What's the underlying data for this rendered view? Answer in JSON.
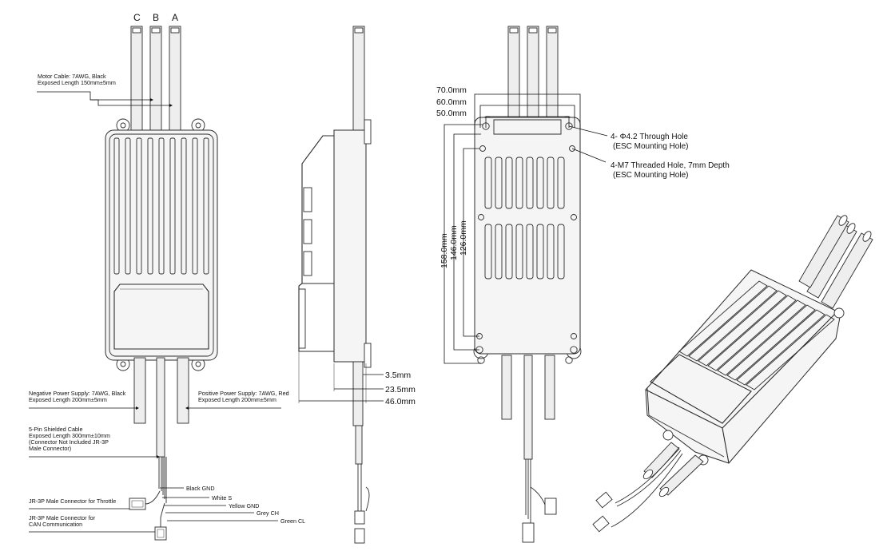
{
  "phase_labels": [
    "C",
    "B",
    "A"
  ],
  "motor_cable": {
    "line1": "Motor Cable: 7AWG, Black",
    "line2": "Exposed Length 150mm±5mm"
  },
  "negative_power": {
    "line1": "Negative Power Supply: 7AWG, Black",
    "line2": "Exposed Length 200mm±5mm"
  },
  "positive_power": {
    "line1": "Positive Power Supply: 7AWG, Red",
    "line2": "Exposed Length 200mm±5mm"
  },
  "signal_cable": {
    "line1": "5-Pin Shielded Cable",
    "line2": "Exposed Length 300mm±10mm",
    "line3": "(Connector Not Included JR-3P",
    "line4": "Male Connector)"
  },
  "throttle_connector": "JR-3P Male Connector for Throttle",
  "can_connector": {
    "line1": "JR-3P Male Connector for",
    "line2": "CAN Communication"
  },
  "wires": {
    "black": "Black GND",
    "white": "White S",
    "yellow": "Yellow GND",
    "grey": "Grey CH",
    "green": "Green CL"
  },
  "side_dims": {
    "d1": "3.5mm",
    "d2": "23.5mm",
    "d3": "46.0mm"
  },
  "width_dims": {
    "w1": "70.0mm",
    "w2": "60.0mm",
    "w3": "50.0mm"
  },
  "height_dims": {
    "h1": "158.0mm",
    "h2": "146.0mm",
    "h3": "126.0mm"
  },
  "through_hole": {
    "line1": "4- Φ4.2 Through Hole",
    "line2": "(ESC Mounting Hole)"
  },
  "threaded_hole": {
    "line1": "4-M7 Threaded Hole, 7mm Depth",
    "line2": "(ESC Mounting Hole)"
  }
}
